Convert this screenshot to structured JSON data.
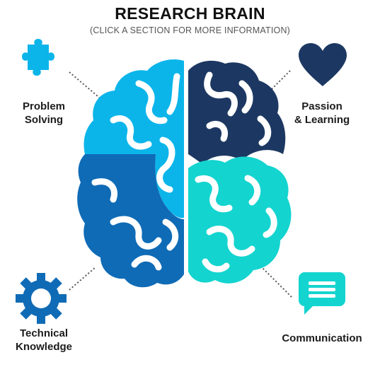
{
  "header": {
    "title": "RESEARCH BRAIN",
    "subtitle": "(CLICK A SECTION FOR MORE INFORMATION)"
  },
  "sections": {
    "problem_solving": {
      "line1": "Problem",
      "line2": "Solving",
      "icon": "puzzle-icon",
      "color": "#0bb5ea"
    },
    "passion_learning": {
      "line1": "Passion",
      "line2": "& Learning",
      "icon": "heart-icon",
      "color": "#1c3862"
    },
    "technical_knowledge": {
      "line1": "Technical",
      "line2": "Knowledge",
      "icon": "gear-icon",
      "color": "#0f6bb6"
    },
    "communication": {
      "line1": "Communication",
      "icon": "speech-bubble-icon",
      "color": "#14d4cf"
    }
  }
}
